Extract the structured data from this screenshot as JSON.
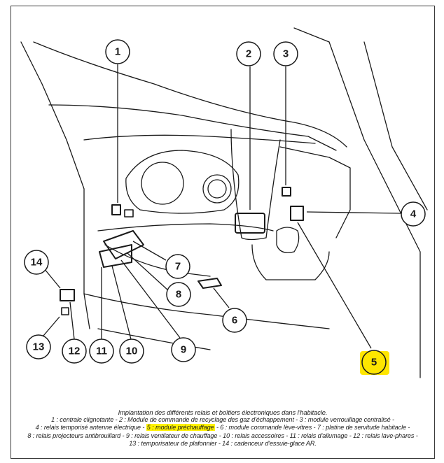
{
  "diagram": {
    "callouts": [
      "1",
      "2",
      "3",
      "4",
      "5",
      "6",
      "7",
      "8",
      "9",
      "10",
      "11",
      "12",
      "13",
      "14"
    ],
    "highlight_color": "#ffe600"
  },
  "caption": {
    "title": "Implantation des différents relais et boîtiers électroniques dans l'habitacle.",
    "line1": "1 : centrale clignotante - 2 : Module de commande de recyclage des gaz d'échappement - 3 : module verrouillage centralisé -",
    "line2_a": "4 : relais temporisé antenne électrique - ",
    "line2_highlight": "5 : module préchauffage",
    "line2_b": " - 6 : module commande lève-vitres - 7 : platine de servitude habitacle -",
    "line3": "8 : relais projecteurs antibrouillard - 9 : relais ventilateur de chauffage - 10 : relais accessoires - 11 : relais d'allumage - 12 : relais lave-phares -",
    "line4": "13 : temporisateur de plafonnier - 14 : cadenceur d'essuie-glace AR."
  }
}
